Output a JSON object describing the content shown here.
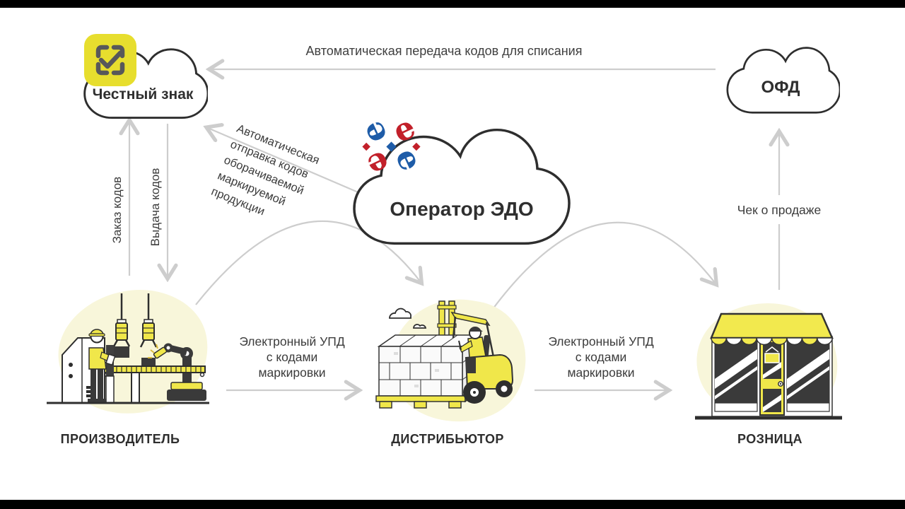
{
  "clouds": {
    "chestny_znak": {
      "label": "Честный знак"
    },
    "edo_operator": {
      "label": "Оператор ЭДО"
    },
    "ofd": {
      "label": "ОФД"
    }
  },
  "logo": {
    "glyph": "e"
  },
  "flows": {
    "writeoff": {
      "label": "Автоматическая передача кодов для списания"
    },
    "auto_send": {
      "lines": [
        "Автоматическая",
        "отправка кодов",
        "оборачиваемой",
        "маркируемой",
        "продукции"
      ]
    },
    "order_codes": {
      "label": "Заказ кодов"
    },
    "issue_codes": {
      "label": "Выдача кодов"
    },
    "sale_receipt": {
      "label": "Чек о продаже"
    },
    "upd_producer_distributor": {
      "lines": [
        "Электронный УПД",
        "с кодами",
        "маркировки"
      ]
    },
    "upd_distributor_retail": {
      "lines": [
        "Электронный УПД",
        "с кодами",
        "маркировки"
      ]
    }
  },
  "entities": {
    "producer": {
      "label": "ПРОИЗВОДИТЕЛЬ"
    },
    "distributor": {
      "label": "ДИСТРИБЬЮТОР"
    },
    "retail": {
      "label": "РОЗНИЦА"
    }
  },
  "colors": {
    "accent_yellow": "#F0E74A",
    "soft_yellow_blob": "#F8F6DA",
    "badge_yellow": "#E7DE2E",
    "badge_gray": "#58585A",
    "arrow_gray": "#CDCDCD",
    "outline_dark": "#2E2E2E",
    "logo_blue": "#1E5CA8",
    "logo_red": "#C2202A",
    "letterbox_black": "#000000"
  }
}
